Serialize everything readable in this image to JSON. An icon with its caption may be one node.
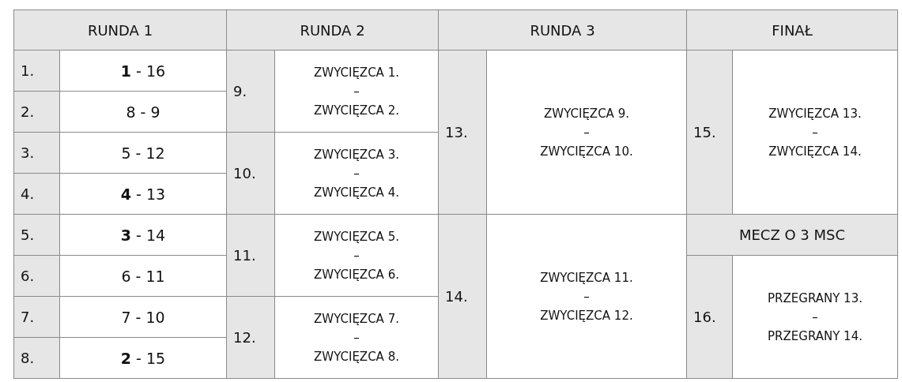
{
  "diagram": {
    "labels": [
      "RUNDA 1",
      "RUNDA 2",
      "RUNDA 3",
      "FINAŁ",
      "1.",
      "**1** - 16",
      "9.",
      "ZWYCIĘZCA 1. – ZWYCIĘZCA 2.",
      "13.",
      "ZWYCIĘZCA 9. – ZWYCIĘZCA 10.",
      "15.",
      "ZWYCIĘZCA 13. – ZWYCIĘZCA 14.",
      "2.",
      "8 - 9",
      "3.",
      "5 - 12",
      "10.",
      "ZWYCIĘZCA 3. – ZWYCIĘZCA 4.",
      "4.",
      "**4** - 13",
      "5.",
      "**3** - 14",
      "11.",
      "ZWYCIĘZCA 5. – ZWYCIĘZCA 6.",
      "14.",
      "ZWYCIĘZCA 11. – ZWYCIĘZCA 12.",
      "MECZ O 3 MSC",
      "6.",
      "6 - 11",
      "16.",
      "PRZEGRANY 13. – PRZEGRANY 14.",
      "7.",
      "7 - 10",
      "12.",
      "ZWYCIĘZCA 7. – ZWYCIĘZCA 8.",
      "8.",
      "**2** - 15"
    ]
  }
}
